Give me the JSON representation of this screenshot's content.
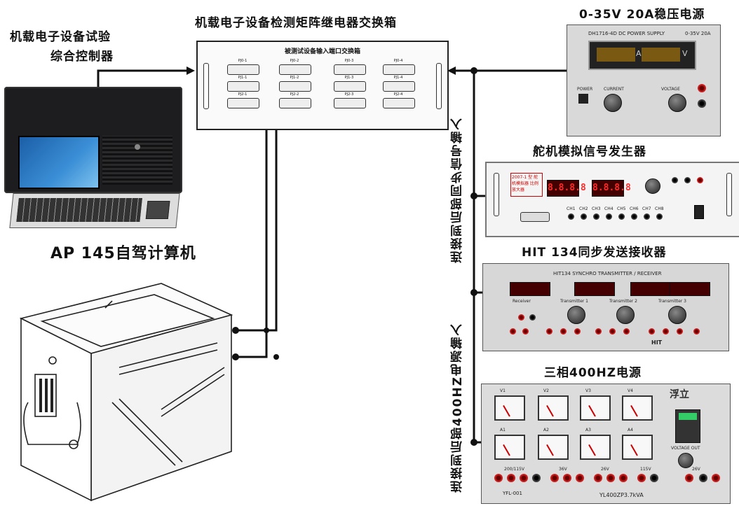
{
  "labels": {
    "controller": [
      "机载电子设备试验",
      "综合控制器"
    ],
    "matrix_title": "机载电子设备检测矩阵继电器交换箱",
    "matrix_inner": "被测试设备输入端口交换箱",
    "ap_computer": "AP 145自驾计算机",
    "psu_title": "0-35V 20A稳压电源",
    "servo_title": "舵机模拟信号发生器",
    "synchro_title": "HIT 134同步发送接收器",
    "threephase_title": "三相400HZ电源",
    "vertical_sync": "连接到后部同步信号输入",
    "vertical_power": "连接到后部400HZ电源输入"
  },
  "matrix_connectors": [
    "PJ0-1",
    "PJ0-2",
    "PJ0-3",
    "PJ0-4",
    "PJ1-1",
    "PJ1-2",
    "PJ1-3",
    "PJ1-4",
    "PJ2-1",
    "PJ2-2",
    "PJ2-3",
    "PJ2-4"
  ],
  "panel_text": {
    "psu_model": "DH1716-4D DC POWER SUPPLY",
    "psu_range": "0-35V 20A",
    "psu_a": "A",
    "psu_v": "V",
    "psu_power": "POWER",
    "psu_current": "CURRENT",
    "psu_voltage": "VOLTAGE",
    "servo_badge": "2007-1 型 舵机模拟器 比例放大器",
    "servo_led": [
      "8.8.8.8",
      "8.8.8.8"
    ],
    "servo_channels": [
      "CH1",
      "CH2",
      "CH3",
      "CH4",
      "CH5",
      "CH6",
      "CH7",
      "CH8"
    ],
    "synchro_head": "HIT134     SYNCHRO     TRANSMITTER / RECEIVER",
    "synchro_sections": [
      "Receiver",
      "Transmitter 1",
      "Transmitter 2",
      "Transmitter 3"
    ],
    "synchro_brand": "HIT",
    "tp_meters_v": [
      "V1",
      "V2",
      "V3",
      "V4"
    ],
    "tp_meters_a": [
      "A1",
      "A2",
      "A3",
      "A4"
    ],
    "tp_brand": "浮立",
    "tp_out": "VOLTAGE OUT",
    "tp_groups": [
      "200/115V",
      "36V",
      "26V",
      "115V",
      "26V"
    ],
    "tp_model": "YL400ZP3.7kVA",
    "tp_sign": "YFL-001"
  },
  "colors": {
    "line": "#111111",
    "led": "#ff2a2a",
    "jack": "#cc2222"
  }
}
